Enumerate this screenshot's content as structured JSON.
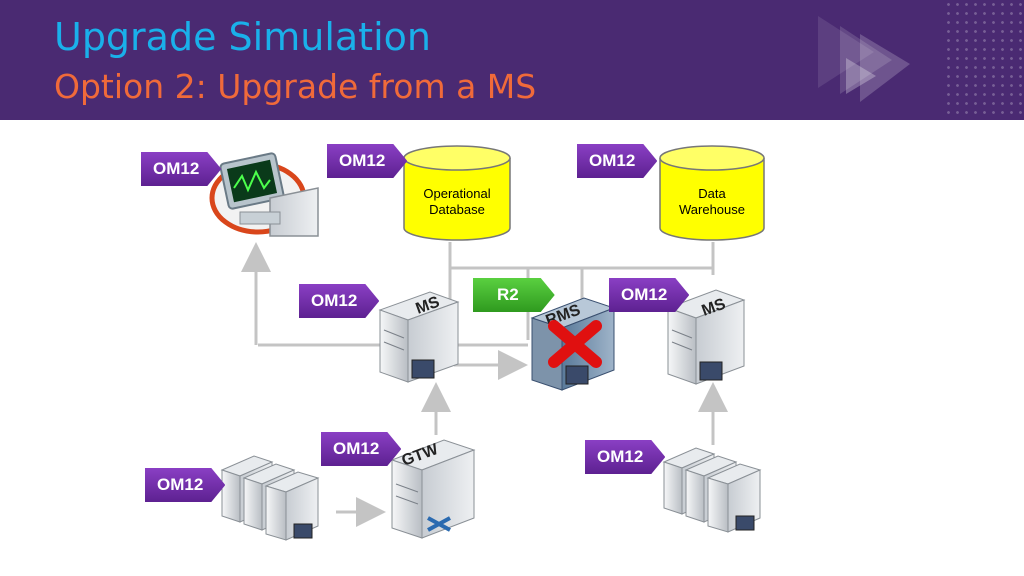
{
  "header": {
    "title": "Upgrade Simulation",
    "subtitle": "Option 2: Upgrade from a MS"
  },
  "tags": {
    "console": "OM12",
    "opdb": "OM12",
    "dw": "OM12",
    "ms_left": "OM12",
    "rms": "R2",
    "ms_right": "OM12",
    "gtw": "OM12",
    "agents_left": "OM12",
    "agents_right": "OM12"
  },
  "databases": {
    "operational": "Operational\nDatabase",
    "warehouse": "Data\nWarehouse"
  },
  "servers": {
    "ms_left": "MS",
    "rms": "RMS",
    "ms_right": "MS",
    "gtw": "GTW"
  },
  "colors": {
    "header_bg": "#4a2a72",
    "title": "#1ab0ea",
    "subtitle": "#f06a3a",
    "tag_om12": "#7030a0",
    "tag_r2": "#3cb02a",
    "database": "#ffff00",
    "failed_mark": "#e01010"
  },
  "icons": {
    "console": "monitor-console-icon",
    "failed": "red-x-icon"
  }
}
